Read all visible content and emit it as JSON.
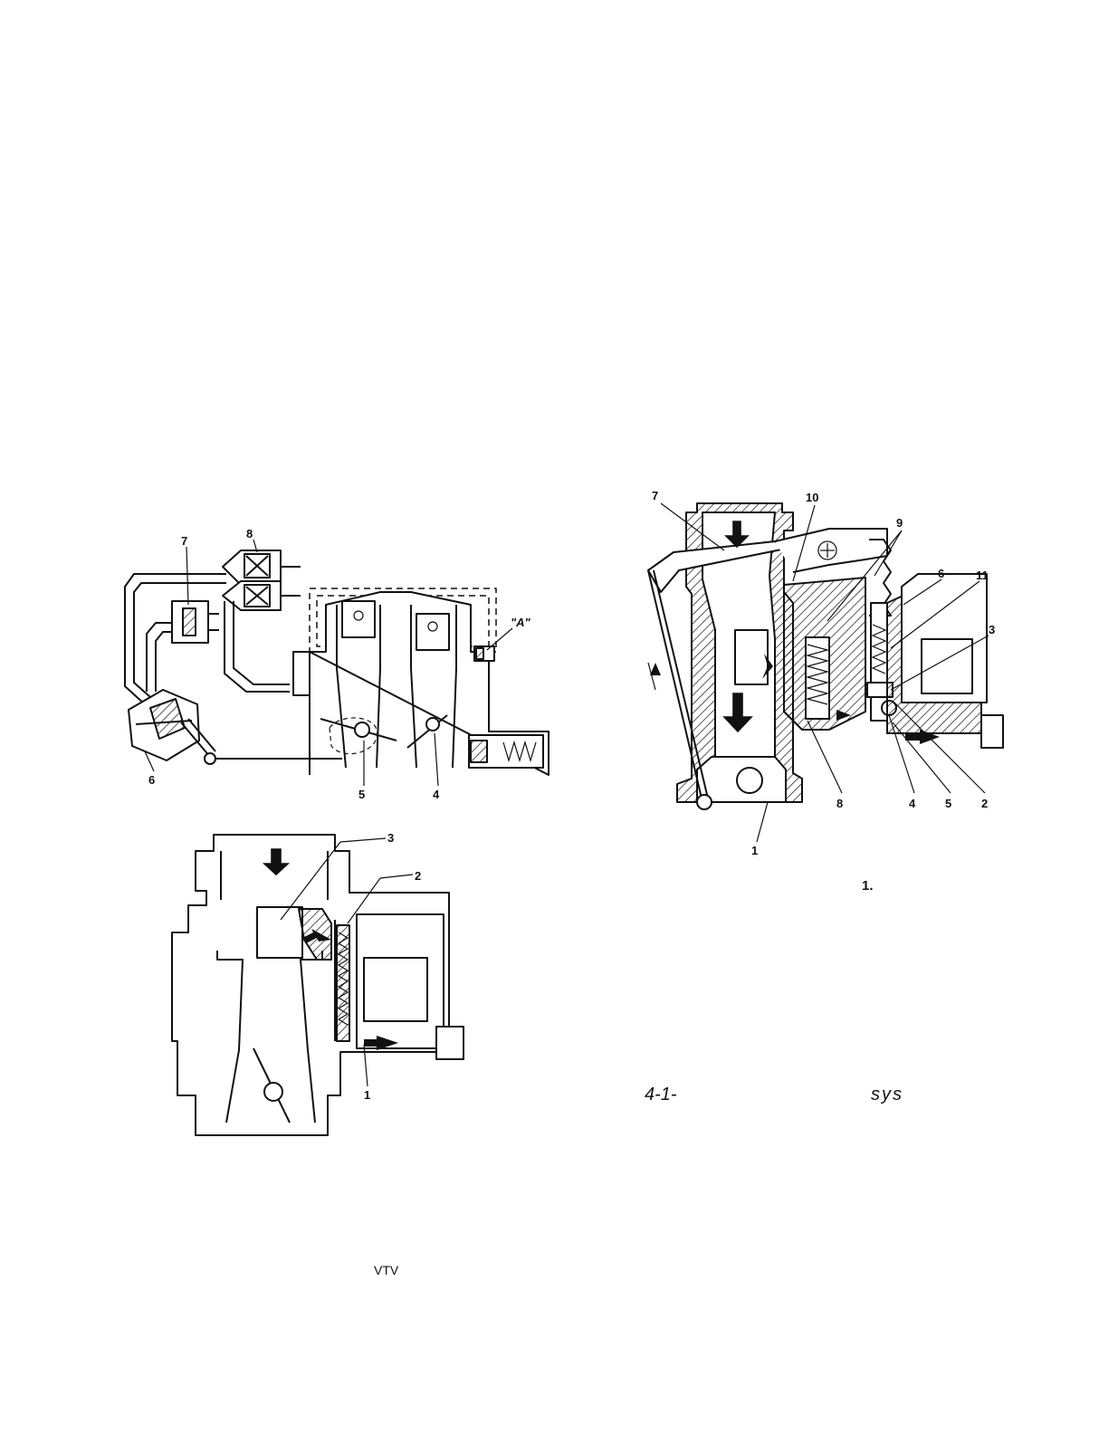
{
  "figure_left_top": {
    "callouts": [
      "8",
      "7",
      "6",
      "5",
      "4"
    ],
    "label_a": "\"A\""
  },
  "figure_left_bottom": {
    "callouts": [
      "3",
      "2",
      "1"
    ]
  },
  "figure_right": {
    "callouts": [
      "7",
      "10",
      "9",
      "6",
      "11",
      "3",
      "8",
      "4",
      "5",
      "2",
      "1"
    ]
  },
  "caption_fragments": {
    "right_number": "1.",
    "right_prefix": "4-1-",
    "right_suffix": "sys",
    "bottom_label": "VTV"
  }
}
